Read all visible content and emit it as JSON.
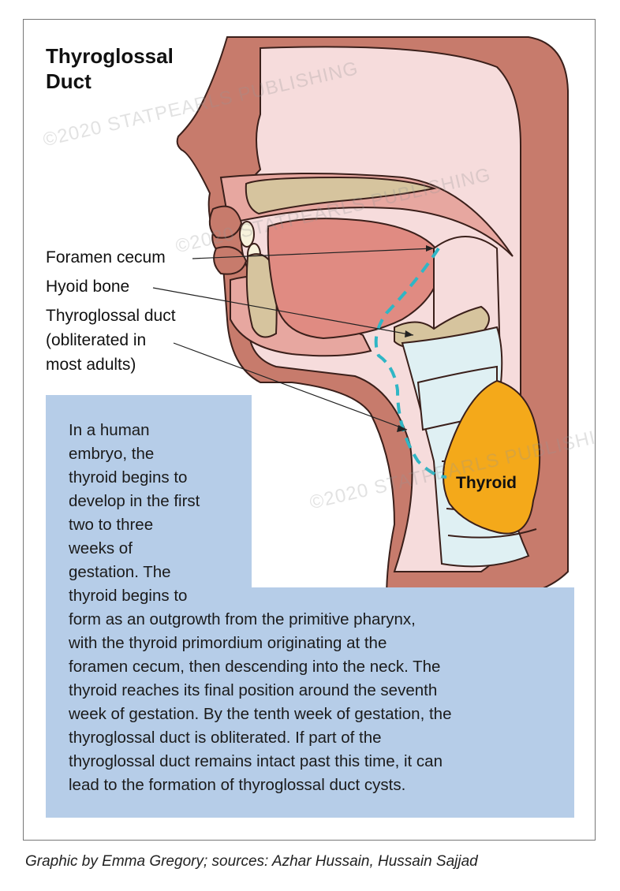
{
  "figure": {
    "title_line1": "Thyroglossal",
    "title_line2": "Duct"
  },
  "labels": {
    "foramen_cecum": "Foramen cecum",
    "hyoid_bone": "Hyoid bone",
    "duct_line1": "Thyroglossal duct",
    "duct_line2": "(obliterated in",
    "duct_line3": "most adults)",
    "thyroid": "Thyroid"
  },
  "info_box": {
    "narrow_lines": [
      "In a human",
      "embryo, the",
      "thyroid begins to",
      "develop in the first",
      "two to three",
      "weeks of",
      "gestation. The",
      "thyroid begins to"
    ],
    "wide_lines": [
      "form as an outgrowth from the primitive pharynx,",
      "with the thyroid primordium originating at the",
      "foramen cecum, then descending into the neck. The",
      "thyroid reaches its final position around the seventh",
      "week of gestation. By the tenth week of gestation, the",
      "thyroglossal duct is obliterated. If part of the",
      "thyroglossal duct remains intact past this time, it can",
      "lead to the formation of thyroglossal duct cysts."
    ]
  },
  "watermark": "©2020 STATPEARLS PUBLISHING",
  "credit": "Graphic by Emma Gregory; sources: Azhar Hussain, Hussain Sajjad",
  "colors": {
    "skin": "#c77b6c",
    "tissue_pink": "#f6dcdc",
    "tongue": "#e08b82",
    "bone": "#d6c49e",
    "cartilage": "#dff0f3",
    "thyroid": "#f4a91a",
    "duct_dashed": "#2fb6c5",
    "info_box": "#b6cde8"
  }
}
